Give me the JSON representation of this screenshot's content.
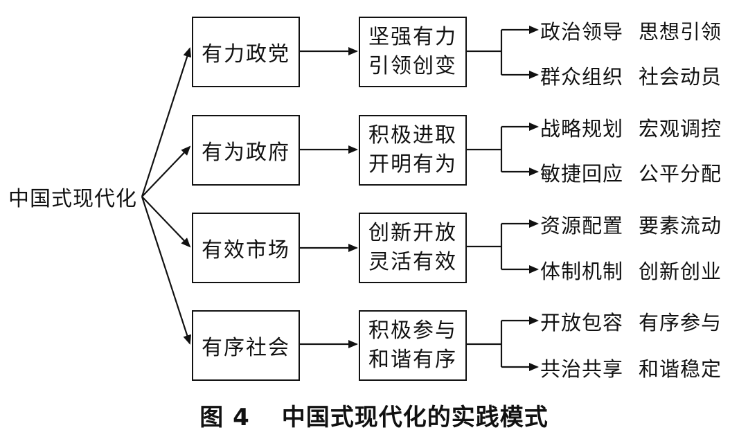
{
  "root": "中国式现代化",
  "branches": [
    {
      "name": "有力政党",
      "desc": [
        "坚强有力",
        "引领创变"
      ],
      "leaves": [
        [
          "政治领导",
          "思想引领"
        ],
        [
          "群众组织",
          "社会动员"
        ]
      ]
    },
    {
      "name": "有为政府",
      "desc": [
        "积极进取",
        "开明有为"
      ],
      "leaves": [
        [
          "战略规划",
          "宏观调控"
        ],
        [
          "敏捷回应",
          "公平分配"
        ]
      ]
    },
    {
      "name": "有效市场",
      "desc": [
        "创新开放",
        "灵活有效"
      ],
      "leaves": [
        [
          "资源配置",
          "要素流动"
        ],
        [
          "体制机制",
          "创新创业"
        ]
      ]
    },
    {
      "name": "有序社会",
      "desc": [
        "积极参与",
        "和谐有序"
      ],
      "leaves": [
        [
          "开放包容",
          "有序参与"
        ],
        [
          "共治共享",
          "和谐稳定"
        ]
      ]
    }
  ],
  "caption": {
    "label": "图 4",
    "title": "中国式现代化的实践模式"
  }
}
